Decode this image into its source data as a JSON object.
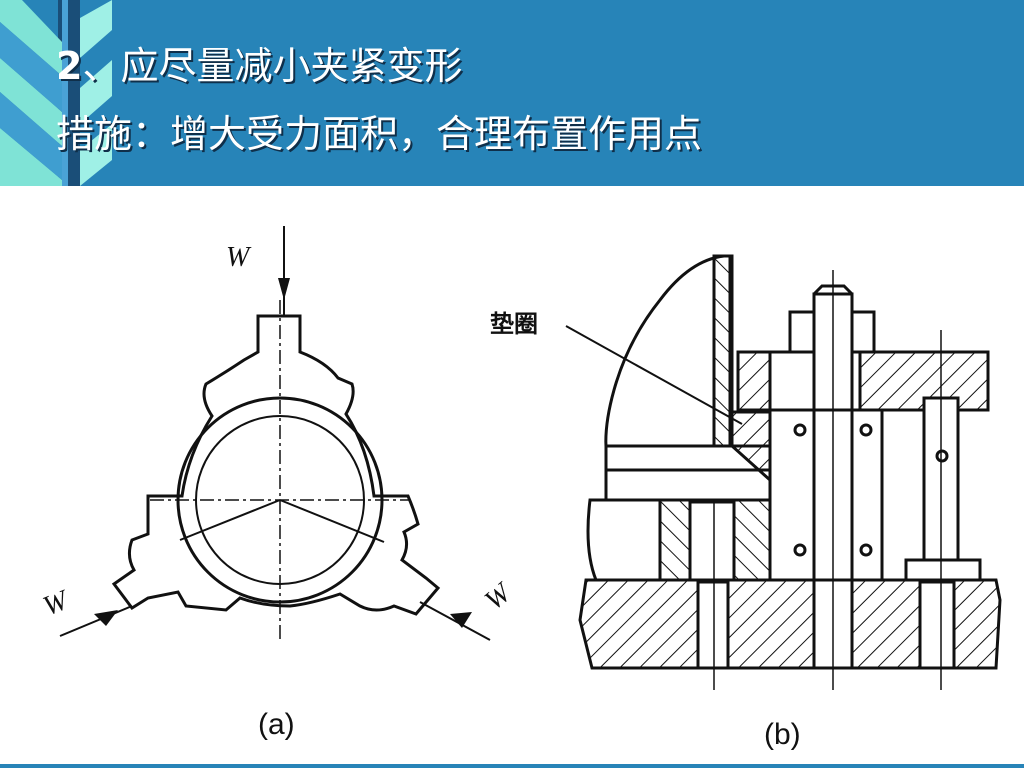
{
  "slide": {
    "title_number": "2",
    "title_rest": "、应尽量减小夹紧变形",
    "subtitle": "措施：增大受力面积，合理布置作用点"
  },
  "figure_a": {
    "caption": "(a)",
    "force_label": "W"
  },
  "figure_b": {
    "caption": "(b)",
    "washer_label": "垫圈"
  },
  "colors": {
    "header": "#2784b8",
    "title_text": "#ffffff",
    "drawing": "#111111"
  }
}
